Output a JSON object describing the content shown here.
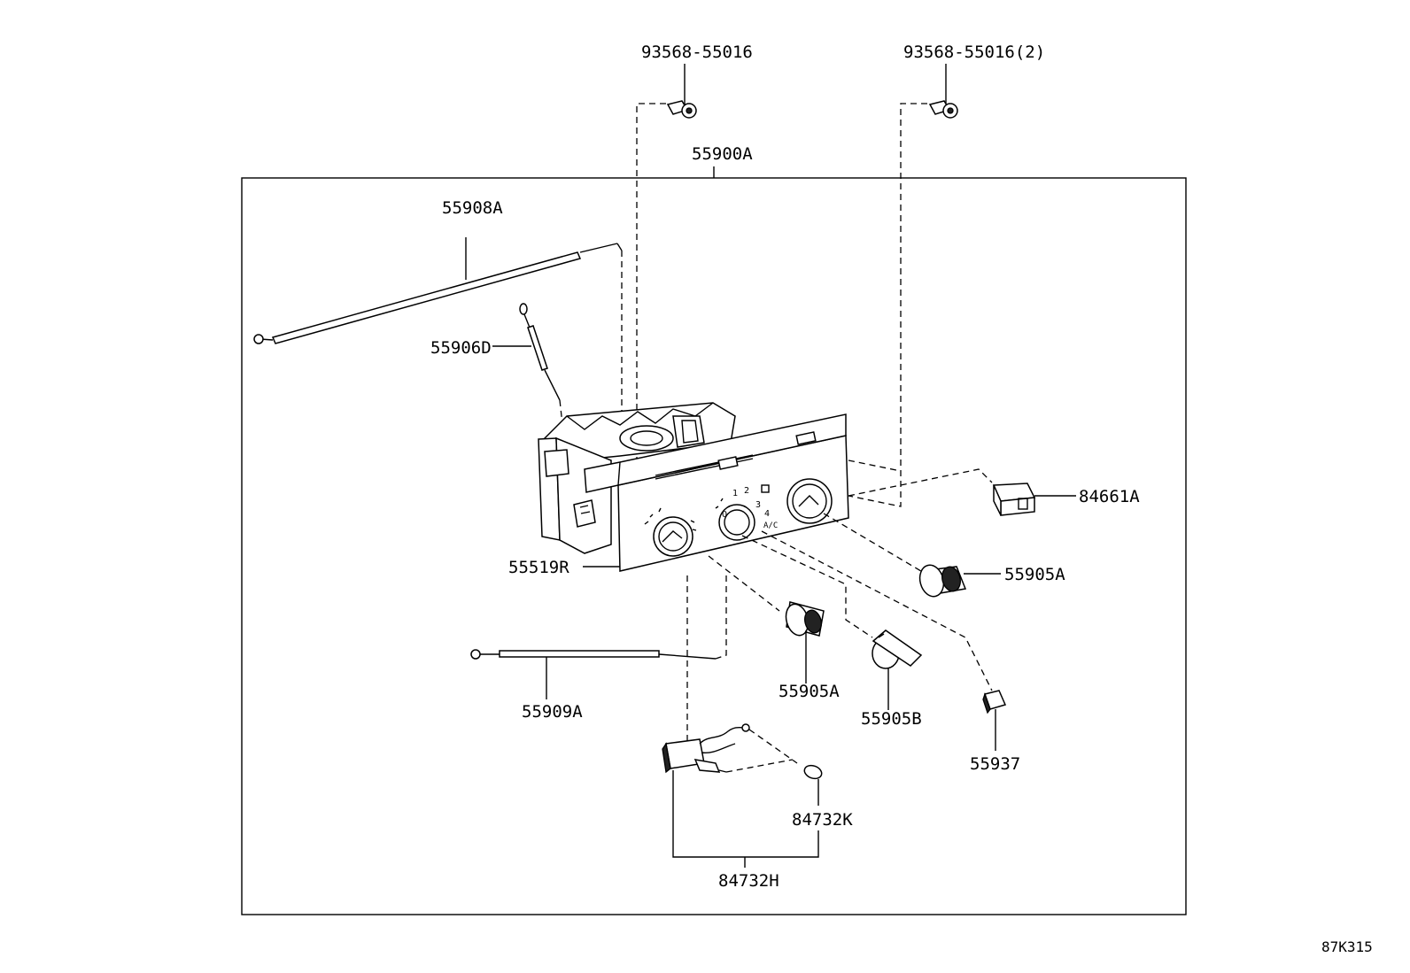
{
  "labels": {
    "screw_left": "93568-55016",
    "screw_right": "93568-55016(2)",
    "assembly": "55900A",
    "cable_top": "55908A",
    "cable_small": "55906D",
    "panel": "55519R",
    "connector": "84661A",
    "knob_right": "55905A",
    "knob_mid": "55905A",
    "knob_selector": "55905B",
    "button": "55937",
    "cable_bottom": "55909A",
    "bulb": "84732K",
    "harness": "84732H"
  },
  "figure_code": "87K315",
  "panel_marks": {
    "scale_1": "1",
    "scale_2": "2",
    "scale_3": "3",
    "scale_4": "4",
    "off": "O",
    "ac": "A/C"
  }
}
